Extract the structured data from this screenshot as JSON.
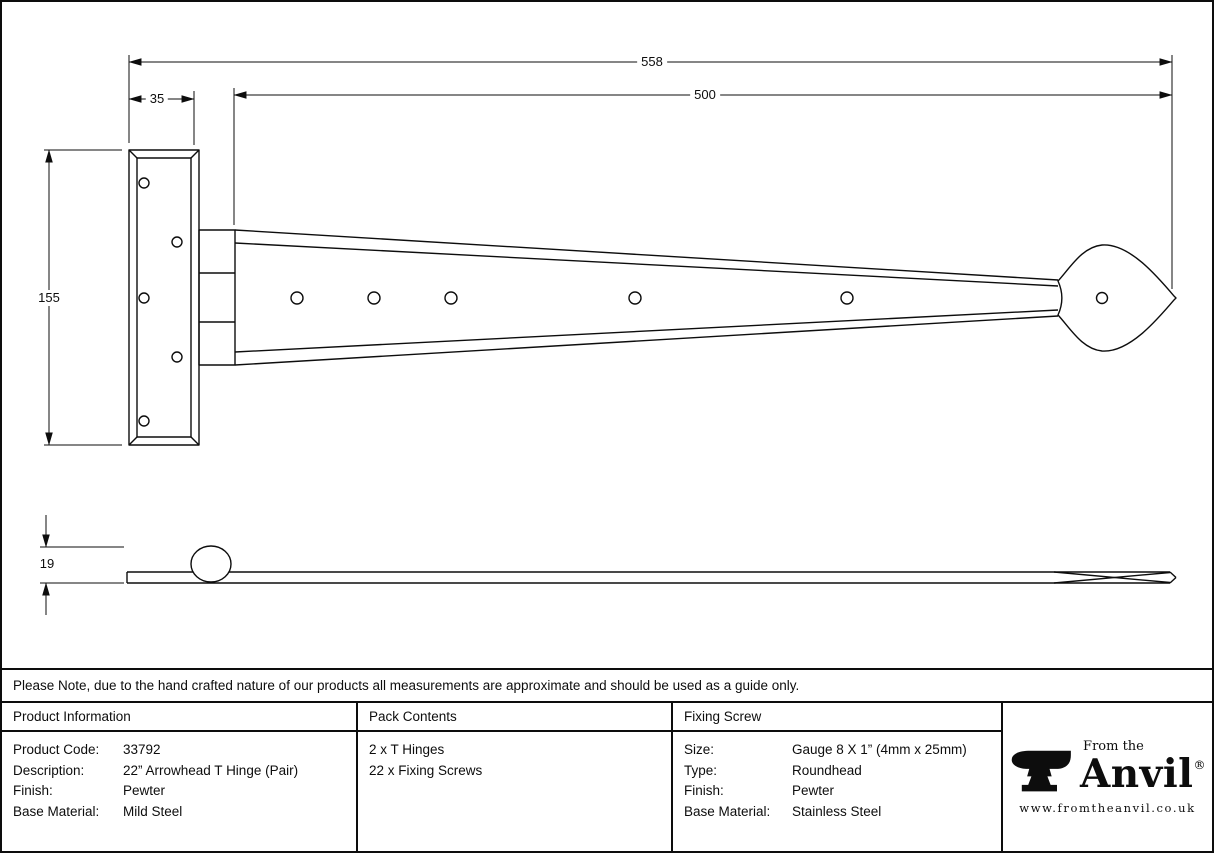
{
  "note": "Please Note, due to the hand crafted nature of our products all measurements are approximate and should be used as a guide only.",
  "drawing": {
    "dim_overall_length": "558",
    "dim_strap_length": "500",
    "dim_plate_width": "35",
    "dim_plate_height": "155",
    "dim_thickness": "19"
  },
  "table": {
    "product_information": {
      "header": "Product Information",
      "rows": [
        {
          "label": "Product Code:",
          "value": "33792"
        },
        {
          "label": "Description:",
          "value": "22” Arrowhead T Hinge (Pair)"
        },
        {
          "label": "Finish:",
          "value": "Pewter"
        },
        {
          "label": "Base Material:",
          "value": "Mild Steel"
        }
      ]
    },
    "pack_contents": {
      "header": "Pack Contents",
      "items": [
        "2 x T Hinges",
        "22 x Fixing Screws"
      ]
    },
    "fixing_screw": {
      "header": "Fixing Screw",
      "rows": [
        {
          "label": "Size:",
          "value": "Gauge 8 X 1” (4mm x 25mm)"
        },
        {
          "label": "Type:",
          "value": "Roundhead"
        },
        {
          "label": "Finish:",
          "value": "Pewter"
        },
        {
          "label": "Base Material:",
          "value": "Stainless Steel"
        }
      ]
    }
  },
  "brand": {
    "tagline": "From the",
    "name": "Anvil",
    "registered": "®",
    "website": "www.fromtheanvil.co.uk"
  }
}
